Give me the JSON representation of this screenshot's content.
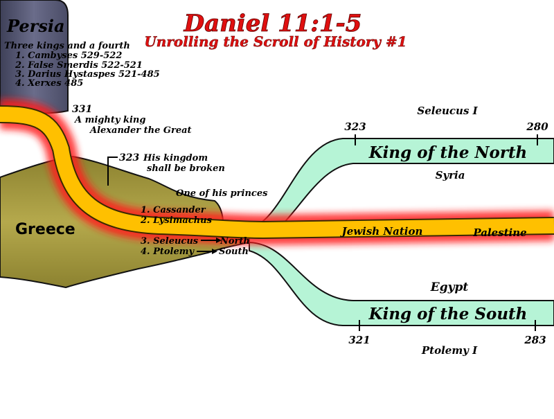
{
  "title": {
    "main": "Daniel 11:1-5",
    "sub": "Unrolling the Scroll of History #1"
  },
  "colors": {
    "title_red": "#e01010",
    "persia_fill": "#5a5c78",
    "greece_fill": "#a89c3e",
    "stream_fill": "#b6f4d6",
    "jewish_gold": "#ffc000",
    "glow_red": "#ff2020"
  },
  "persia": {
    "label": "Persia",
    "subtitle": "Three kings and a fourth",
    "kings": [
      "1. Cambyses  529-522",
      "2. False Smerdis  522-521",
      "3. Darius Hystaspes 521-485",
      "4. Xerxes  485"
    ]
  },
  "alexander": {
    "year": "331",
    "line1": "A mighty king",
    "line2": "Alexander the Great"
  },
  "division": {
    "year": "323",
    "line1": "His kingdom",
    "line2": "shall be broken"
  },
  "greece": {
    "label": "Greece",
    "princes_heading": "One of his princes",
    "generals": [
      "1. Cassander",
      "2. Lysimachus",
      "3. Seleucus",
      "4. Ptolemy"
    ],
    "north": "North",
    "south": "South"
  },
  "north": {
    "ruler": "Seleucus I",
    "start_year": "323",
    "end_year": "280",
    "label": "King of the North",
    "region": "Syria"
  },
  "south": {
    "region": "Egypt",
    "label": "King of the South",
    "start_year": "321",
    "end_year": "283",
    "ruler": "Ptolemy I"
  },
  "jewish": {
    "nation": "Jewish Nation",
    "land": "Palestine"
  }
}
